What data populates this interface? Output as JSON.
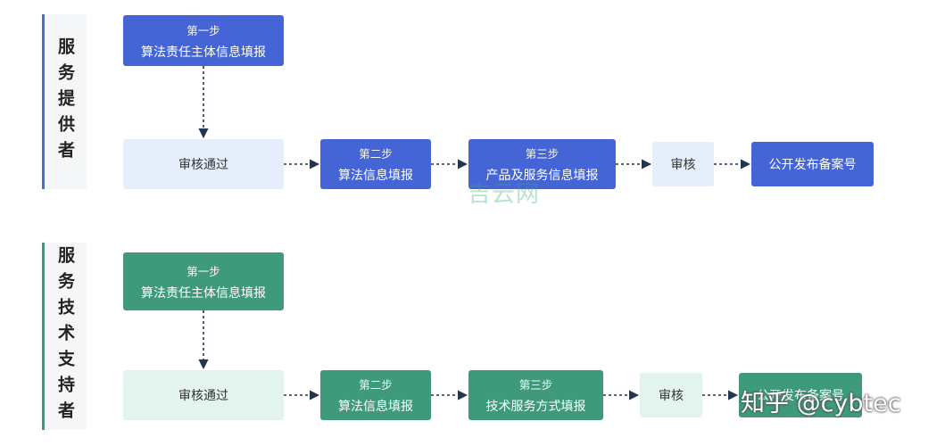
{
  "colors": {
    "blue": "#4565d6",
    "green": "#3f9a7c",
    "pale_blue": "#e6eefc",
    "pale_green": "#e3f3ee",
    "arrow": "#22364f"
  },
  "provider": {
    "label": "服务提供者",
    "step1": {
      "step": "第一步",
      "title": "算法责任主体信息填报"
    },
    "review_pass": "审核通过",
    "step2": {
      "step": "第二步",
      "title": "算法信息填报"
    },
    "step3": {
      "step": "第三步",
      "title": "产品及服务信息填报"
    },
    "review": "审核",
    "publish": "公开发布备案号"
  },
  "supporter": {
    "label": "服务技术支持者",
    "step1": {
      "step": "第一步",
      "title": "算法责任主体信息填报"
    },
    "review_pass": "审核通过",
    "step2": {
      "step": "第二步",
      "title": "算法信息填报"
    },
    "step3": {
      "step": "第三步",
      "title": "技术服务方式填报"
    },
    "review": "审核",
    "publish": "公开发布备案号"
  },
  "watermarks": {
    "center": "吉云网",
    "zhihu": "知乎 @cybtec"
  }
}
